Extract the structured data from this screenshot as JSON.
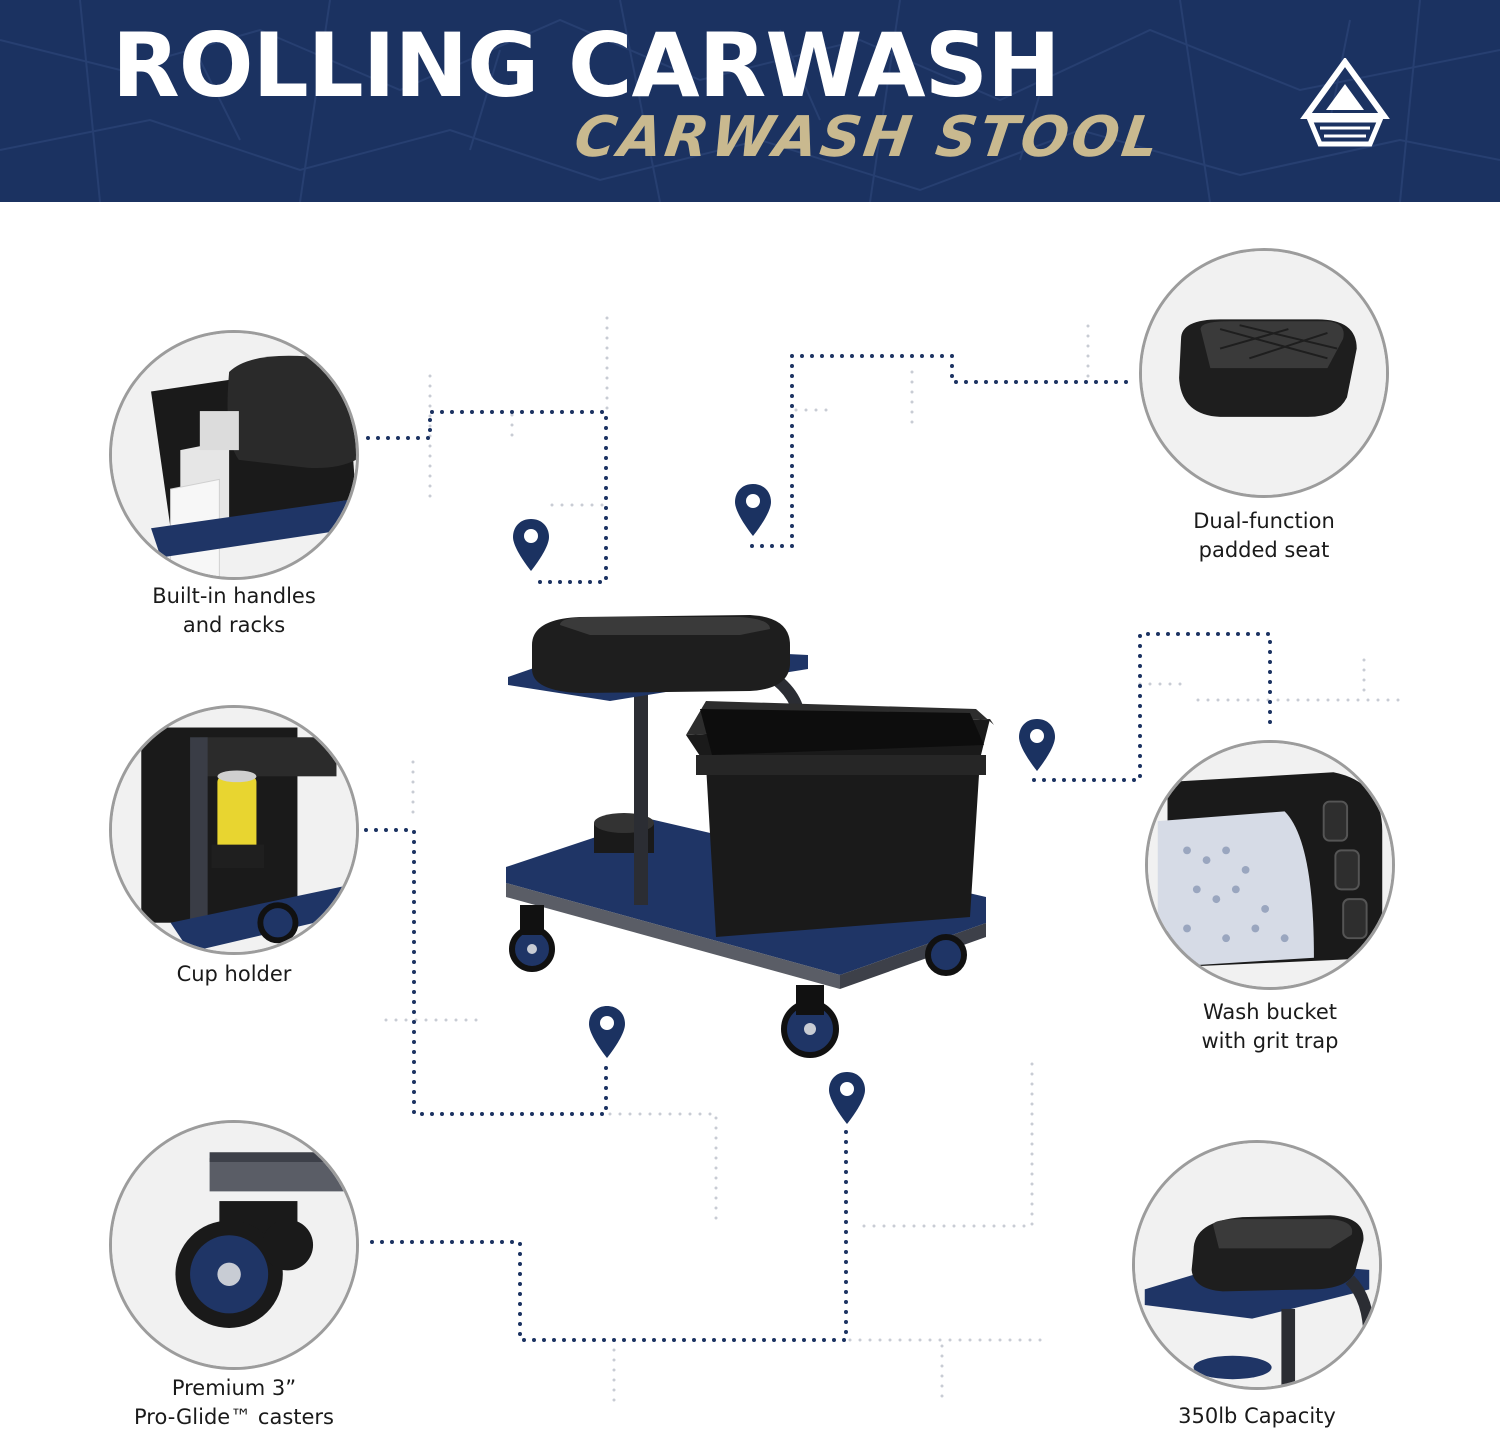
{
  "header": {
    "title": "ROLLING CARWASH",
    "subtitle": "CARWASH STOOL"
  },
  "colors": {
    "navy": "#1b3261",
    "gold": "#c9b98f",
    "dots_dark": "#1b3261",
    "dots_light": "#c8ccd4"
  },
  "features": [
    {
      "line1": "Built-in handles",
      "line2": "and racks"
    },
    {
      "line1": "Cup holder",
      "line2": ""
    },
    {
      "line1": "Premium 3”",
      "line2": "Pro-Glide™ casters"
    },
    {
      "line1": "Dual-function",
      "line2": "padded seat"
    },
    {
      "line1": "Wash bucket",
      "line2": "with grit trap"
    },
    {
      "line1": "350lb Capacity",
      "line2": ""
    }
  ],
  "icons": {
    "pin": "location-pin-icon",
    "logo": "brand-logo-icon"
  }
}
